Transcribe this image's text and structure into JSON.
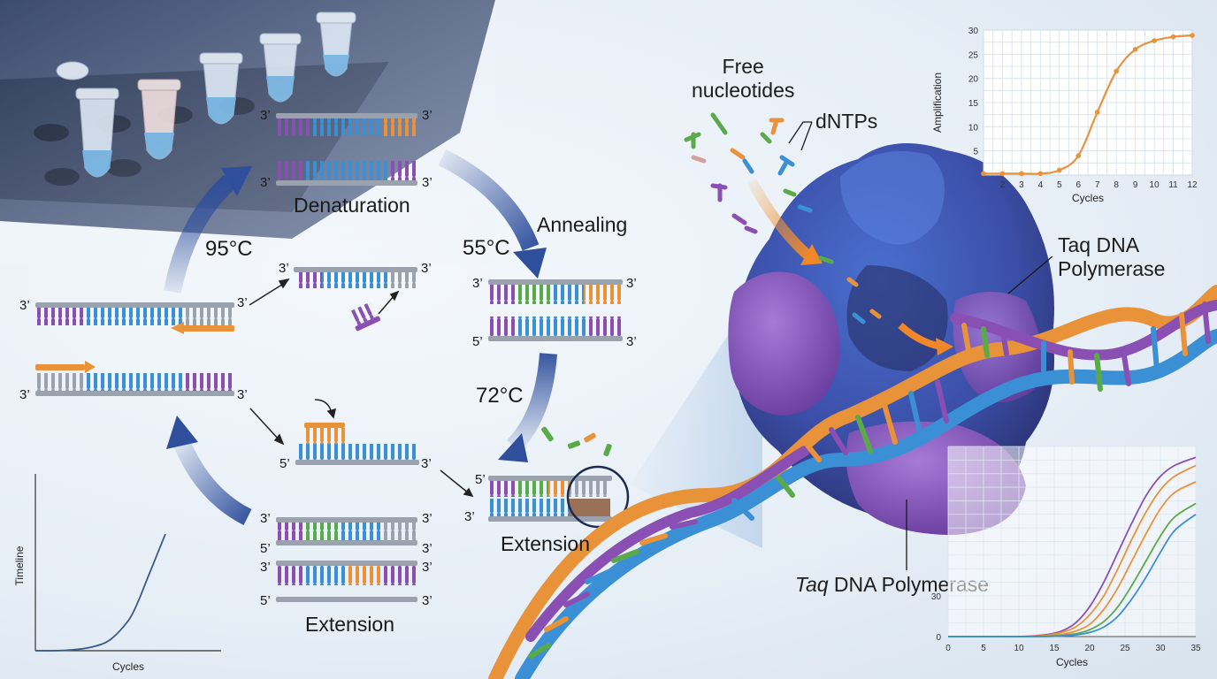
{
  "thermal_cycle": {
    "denaturation": "Denaturation",
    "annealing": "Annealing",
    "extension_center": "Extension",
    "extension_left": "Extension",
    "temp_denature": "95°C",
    "temp_anneal": "55°C",
    "temp_extend": "72°C"
  },
  "strand_ends": {
    "three": "3’",
    "five": "5’"
  },
  "enzyme": {
    "free_nucleotides": "Free\nnucleotides",
    "dntps": "dNTPs",
    "taq_top_line1": "Taq DNA",
    "taq_top_line2": "Polymerase",
    "taq_bottom_italic": "Taq",
    "taq_bottom_rest": " DNA Polymerase"
  },
  "colors": {
    "blue": "#3b8fd4",
    "purple": "#8a4fb3",
    "orange": "#e8923a",
    "green": "#5aaa4a",
    "gray": "#9aa3ad",
    "arrow": "#2f4f9c"
  },
  "chart_data": [
    {
      "type": "line",
      "title": "",
      "xlabel": "Cycles",
      "ylabel": "Amplification",
      "x": [
        1,
        2,
        3,
        4,
        5,
        6,
        7,
        8,
        9,
        10,
        11,
        12
      ],
      "xticks": [
        "1",
        "2",
        "3",
        "4",
        "5",
        "6",
        "7",
        "8",
        "9",
        "10",
        "11",
        "12"
      ],
      "xlim": [
        1,
        12
      ],
      "yticks": [
        "5",
        "10",
        "15",
        "20",
        "25",
        "30"
      ],
      "ylim": [
        0,
        30
      ],
      "grid": true,
      "series": [
        {
          "values": [
            0.3,
            0.3,
            0.3,
            0.3,
            1,
            4,
            13,
            21.5,
            26,
            27.8,
            28.6,
            28.9
          ],
          "color": "#e8923a"
        }
      ]
    },
    {
      "type": "line",
      "xlabel": "Cycles",
      "ylabel": "Timeline",
      "xlim": [
        0,
        1
      ],
      "ylim": [
        0,
        1
      ],
      "series": [
        {
          "x": [
            0,
            0.1,
            0.2,
            0.3,
            0.4,
            0.5,
            0.55,
            0.6,
            0.7
          ],
          "values": [
            0,
            0,
            0.005,
            0.02,
            0.06,
            0.17,
            0.27,
            0.4,
            0.66
          ],
          "color": "#3a5a8a"
        }
      ]
    },
    {
      "type": "line",
      "xlabel": "Cycles",
      "x": [
        0,
        5,
        10,
        12,
        14,
        16,
        18,
        20,
        22,
        24,
        26,
        28,
        30,
        32,
        35
      ],
      "xticks": [
        "0",
        "5",
        "10",
        "15",
        "20",
        "25",
        "30",
        "35"
      ],
      "xlim": [
        0,
        35
      ],
      "yticks": [
        "0",
        "30"
      ],
      "ylim": [
        0,
        140
      ],
      "series": [
        {
          "values": [
            0,
            0,
            0,
            0.5,
            1.5,
            4,
            10,
            22,
            40,
            62,
            84,
            104,
            118,
            126,
            132
          ],
          "color": "#8a4fb3"
        },
        {
          "values": [
            0,
            0,
            0,
            0.3,
            1,
            3,
            7,
            16,
            30,
            50,
            72,
            92,
            108,
            118,
            126
          ],
          "color": "#e8923a"
        },
        {
          "values": [
            0,
            0,
            0,
            0.1,
            0.5,
            1.5,
            4,
            9,
            20,
            36,
            56,
            76,
            94,
            106,
            114
          ],
          "color": "#e8923a"
        },
        {
          "values": [
            0,
            0,
            0,
            0,
            0.2,
            0.8,
            2,
            5,
            11,
            22,
            38,
            56,
            74,
            88,
            98
          ],
          "color": "#5aaa4a"
        },
        {
          "values": [
            0,
            0,
            0,
            0,
            0.1,
            0.4,
            1.2,
            3,
            7,
            15,
            28,
            44,
            62,
            78,
            90
          ],
          "color": "#3b8fd4"
        }
      ]
    }
  ]
}
